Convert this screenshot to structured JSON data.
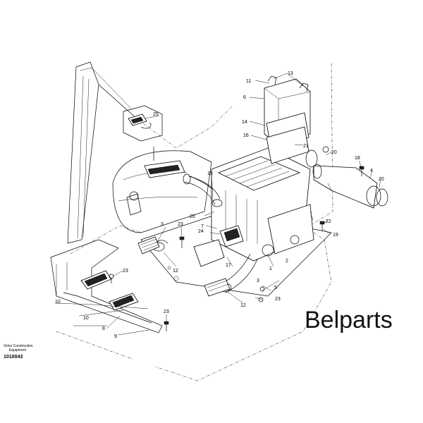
{
  "watermark": "Belparts",
  "publisher_line1": "Volvo Construction",
  "publisher_line2": "Equipment",
  "drawing_ref": "1010043",
  "callouts": {
    "c1": "1",
    "c2": "2",
    "c3a": "3",
    "c3b": "3",
    "c4": "4",
    "c5": "5",
    "c6": "6",
    "c7": "7",
    "c8": "8",
    "c9": "9",
    "c10a": "10",
    "c10b": "10",
    "c11": "11",
    "c12a": "12",
    "c12b": "12",
    "c13": "13",
    "c14": "14",
    "c15": "15",
    "c16": "16",
    "c17": "17",
    "c18": "18",
    "c19": "19",
    "c20a": "20",
    "c20b": "20",
    "c20c": "20",
    "c21": "21",
    "c22": "22",
    "c23a": "23",
    "c23b": "23",
    "c23c": "23",
    "c23d": "23",
    "c24": "24",
    "c25": "25"
  }
}
